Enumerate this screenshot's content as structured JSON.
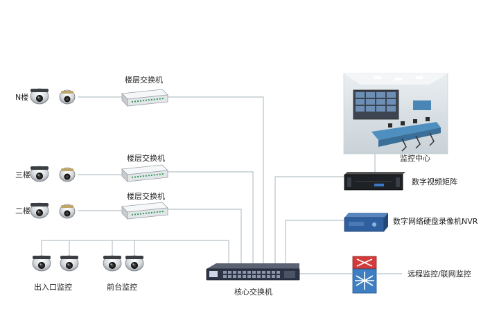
{
  "labels": {
    "floor_switch": "楼层交换机",
    "n_floor": "N楼",
    "floor3": "三楼",
    "floor2": "二楼",
    "entrance": "出入口监控",
    "front_desk": "前台监控",
    "core_switch": "核心交换机",
    "monitor_center": "监控中心",
    "video_matrix": "数字视频矩阵",
    "nvr": "数字网络硬盘录像机NVR",
    "remote": "远程监控/联网监控"
  },
  "colors": {
    "line": "#b8c2c8",
    "switch_body": "#eef1f3",
    "core_switch": "#2d3446",
    "nvr": "#2f5f9e",
    "router_red": "#d33b3b",
    "router_blue": "#3e7fc3"
  }
}
